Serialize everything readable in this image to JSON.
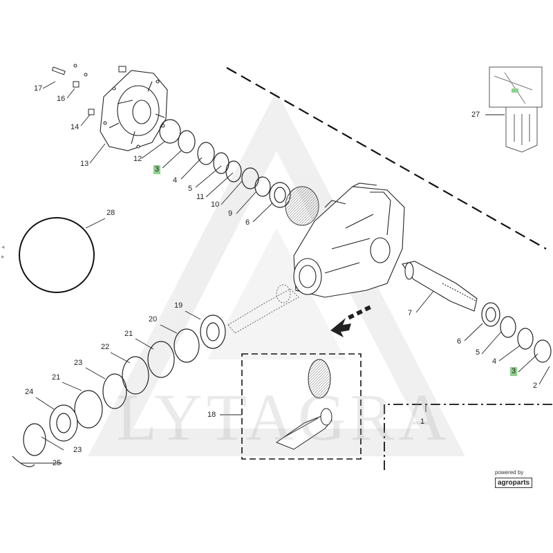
{
  "diagram": {
    "callouts": [
      "17",
      "16",
      "14",
      "13",
      "12",
      "3",
      "4",
      "5",
      "11",
      "10",
      "9",
      "6",
      "28",
      "27",
      "7",
      "6",
      "5",
      "4",
      "3",
      "2",
      "19",
      "20",
      "21",
      "22",
      "23",
      "21",
      "24",
      "23",
      "25",
      "18",
      "1"
    ],
    "highlighted": [
      "3"
    ],
    "watermark": "LYTAGRA",
    "footer": {
      "powered_by": "powered by",
      "brand": "agroparts"
    },
    "colors": {
      "highlight": "#8fd18f",
      "line": "#222222",
      "watermark": "#d9d9d9"
    },
    "icons": [
      "chevron-left-icon",
      "chevron-right-icon"
    ]
  }
}
